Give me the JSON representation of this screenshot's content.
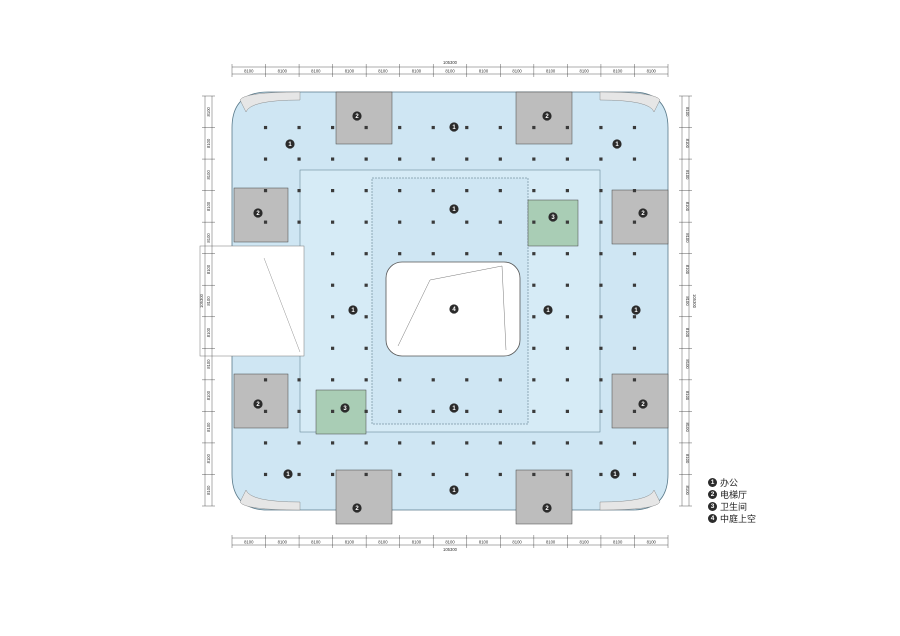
{
  "dimensions": {
    "module": "8100",
    "total": "105300"
  },
  "markers": {
    "office": "1",
    "elevator_hall": "2",
    "restroom": "3",
    "atrium_void": "4"
  },
  "legend": [
    {
      "num": "1",
      "label": "办公"
    },
    {
      "num": "2",
      "label": "电梯厅"
    },
    {
      "num": "3",
      "label": "卫生间"
    },
    {
      "num": "4",
      "label": "中庭上空"
    }
  ]
}
